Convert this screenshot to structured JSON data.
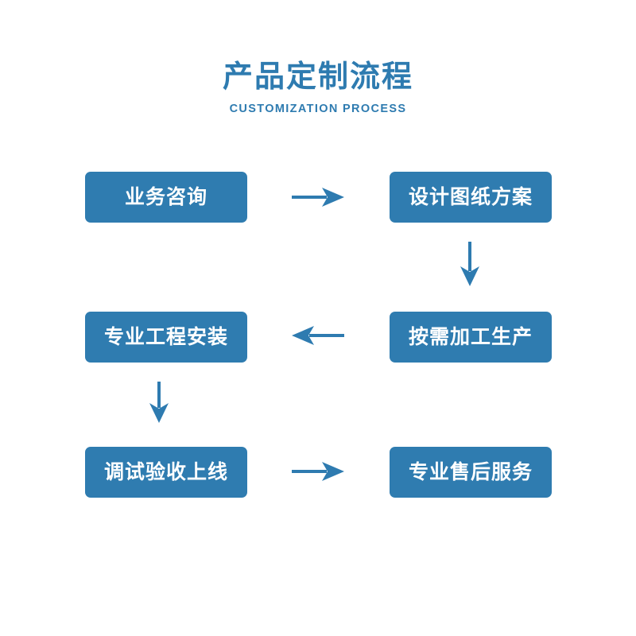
{
  "header": {
    "title": "产品定制流程",
    "subtitle": "CUSTOMIZATION PROCESS"
  },
  "colors": {
    "background": "#ffffff",
    "box_fill": "#2F7CB0",
    "box_text": "#ffffff",
    "title": "#2E7BB0",
    "subtitle": "#2E7BB0",
    "arrow": "#2E7BB0"
  },
  "flow": {
    "steps": [
      {
        "id": "step-1",
        "label": "业务咨询",
        "row": 1,
        "column": "left"
      },
      {
        "id": "step-2",
        "label": "设计图纸方案",
        "row": 1,
        "column": "right"
      },
      {
        "id": "step-3",
        "label": "按需加工生产",
        "row": 2,
        "column": "right"
      },
      {
        "id": "step-4",
        "label": "专业工程安装",
        "row": 2,
        "column": "left"
      },
      {
        "id": "step-5",
        "label": "调试验收上线",
        "row": 3,
        "column": "left"
      },
      {
        "id": "step-6",
        "label": "专业售后服务",
        "row": 3,
        "column": "right"
      }
    ],
    "connectors": [
      {
        "id": "connector-1",
        "from": "step-1",
        "to": "step-2",
        "direction": "right"
      },
      {
        "id": "connector-2",
        "from": "step-2",
        "to": "step-3",
        "direction": "down"
      },
      {
        "id": "connector-3",
        "from": "step-3",
        "to": "step-4",
        "direction": "left"
      },
      {
        "id": "connector-4",
        "from": "step-4",
        "to": "step-5",
        "direction": "down"
      },
      {
        "id": "connector-5",
        "from": "step-5",
        "to": "step-6",
        "direction": "right"
      }
    ]
  }
}
